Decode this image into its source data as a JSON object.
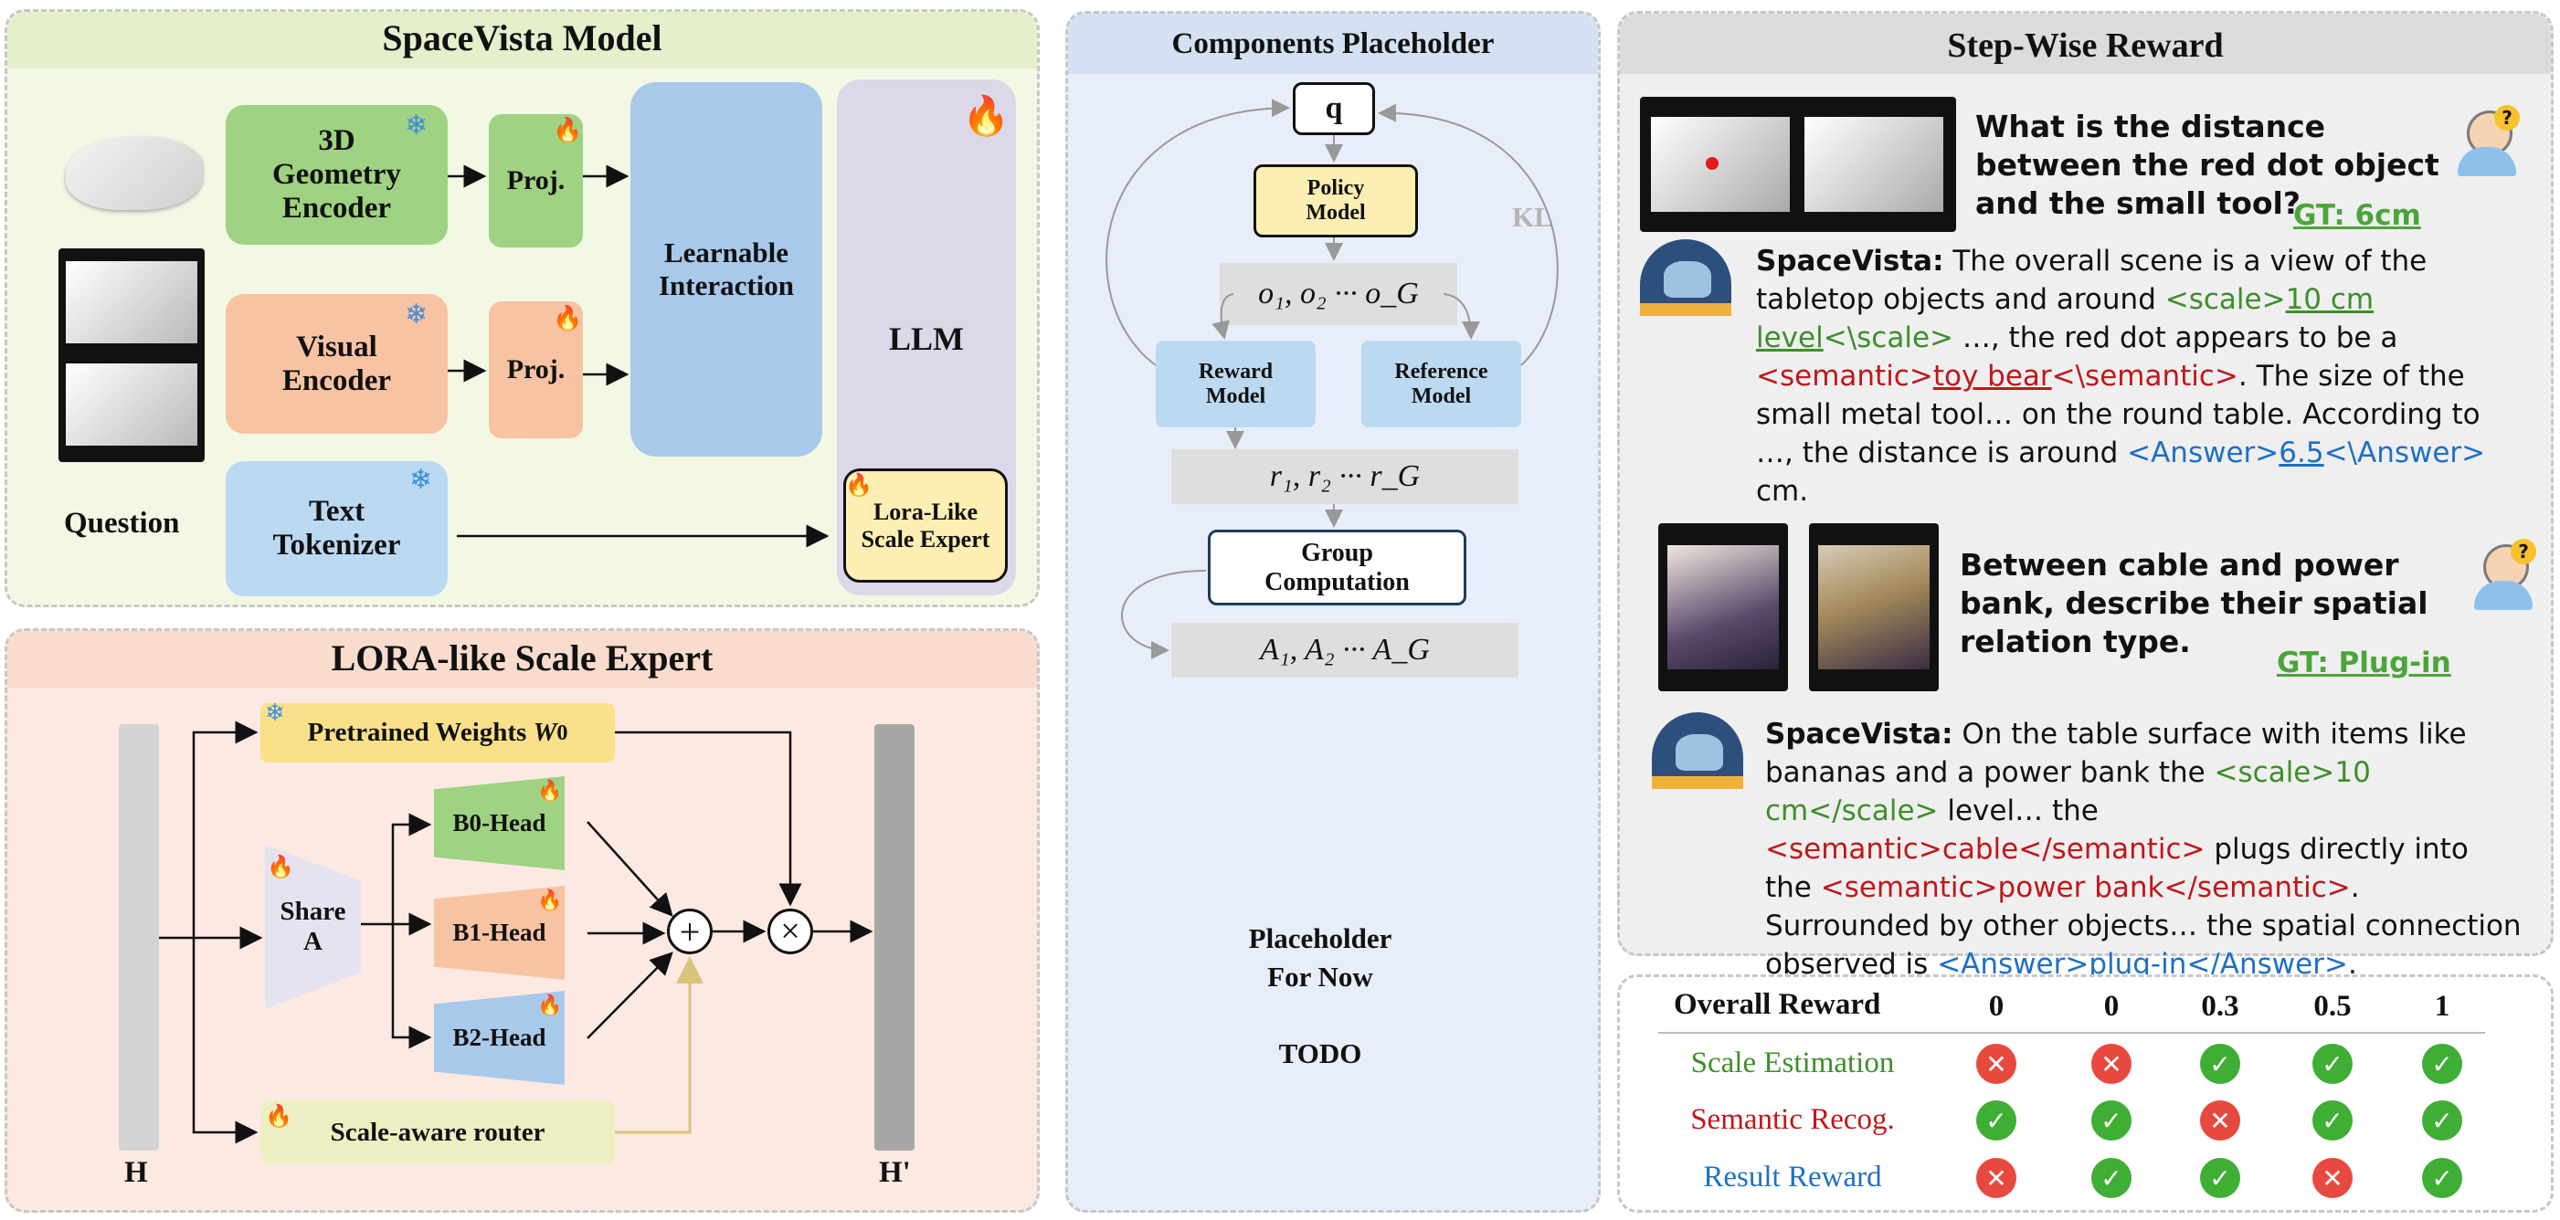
{
  "spacevista_model": {
    "title": "SpaceVista Model",
    "geometry_encoder": "3D Geometry Encoder",
    "visual_encoder": "Visual Encoder",
    "text_tokenizer": "Text Tokenizer",
    "proj1": "Proj.",
    "proj2": "Proj.",
    "learnable_interaction": "Learnable Interaction",
    "llm": "LLM",
    "lora_like": "Lora-Like Scale Expert",
    "question": "Question"
  },
  "lora_expert": {
    "title": "LORA-like Scale Expert",
    "pretrained_weights": "Pretrained Weights",
    "pretrained_symbol": "W",
    "pretrained_sub": "0",
    "share_a": "Share A",
    "b0": "B0-Head",
    "b1": "B1-Head",
    "b2": "B2-Head",
    "router": "Scale-aware router",
    "h_in": "H",
    "h_out": "H'",
    "plus": "+",
    "times": "×"
  },
  "components": {
    "title": "Components Placeholder",
    "q": "q",
    "policy_model": "Policy Model",
    "outputs": "o₁, o₂ ··· o_G",
    "reward_model": "Reward Model",
    "reference_model": "Reference Model",
    "kl": "KL",
    "rewards": "r₁, r₂ ··· r_G",
    "group_computation": "Group Computation",
    "advantages": "A₁, A₂ ··· A_G",
    "placeholder_line1": "Placeholder",
    "placeholder_line2": "For Now",
    "todo": "TODO"
  },
  "stepwise": {
    "title": "Step-Wise Reward",
    "q1": "What is the distance between the red dot object and the small tool?",
    "gt1": "GT: 6cm",
    "speaker": "SpaceVista:",
    "a1": {
      "p1": " The overall scene is a view of the tabletop objects and around ",
      "scale_open": "<scale>",
      "scale_val": "10 cm level",
      "scale_close": "<\\scale>",
      "p2": " …, the red dot appears to be a ",
      "sem_open": "<semantic>",
      "sem_val": "toy bear",
      "sem_close": "<\\semantic>",
      "p3": ". The size of the small metal tool… on the round table. According to …, the distance is around ",
      "ans_open": "<Answer>",
      "ans_val": "6.5",
      "ans_close": "<\\Answer>",
      "p4": " cm."
    },
    "q2": "Between cable and power bank, describe their spatial relation type.",
    "gt2": "GT: Plug-in",
    "a2": {
      "p1": " On the table surface with items like bananas and a power bank the ",
      "scale": "<scale>10 cm</scale>",
      "p2": " level… the ",
      "sem1": "<semantic>cable</semantic>",
      "p3": " plugs directly into the ",
      "sem2": "<semantic>power bank</semantic>",
      "p4": ". Surrounded by other objects… the spatial connection observed is ",
      "ans": "<Answer>plug-in</Answer>",
      "p5": "."
    }
  },
  "reward_table": {
    "header_label": "Overall Reward",
    "overall": [
      "0",
      "0",
      "0.3",
      "0.5",
      "1"
    ],
    "rows": [
      {
        "label": "Scale Estimation",
        "color": "#3e8e2a",
        "marks": [
          false,
          false,
          true,
          true,
          true
        ]
      },
      {
        "label": "Semantic Recog.",
        "color": "#c0171b",
        "marks": [
          true,
          true,
          false,
          true,
          true
        ]
      },
      {
        "label": "Result Reward",
        "color": "#1f6fc4",
        "marks": [
          false,
          true,
          true,
          false,
          true
        ]
      }
    ]
  },
  "colors": {
    "green_box": "#9fd282",
    "orange_box": "#f7c3a3",
    "blue_box": "#a9c9ea",
    "light_blue_box": "#bcd9f2",
    "yellow_box": "#fdefb3",
    "panel_green": "#f2f8e4",
    "panel_peach": "#fbe9e2",
    "panel_blue": "#e8eef9",
    "panel_gray": "#efefef"
  }
}
